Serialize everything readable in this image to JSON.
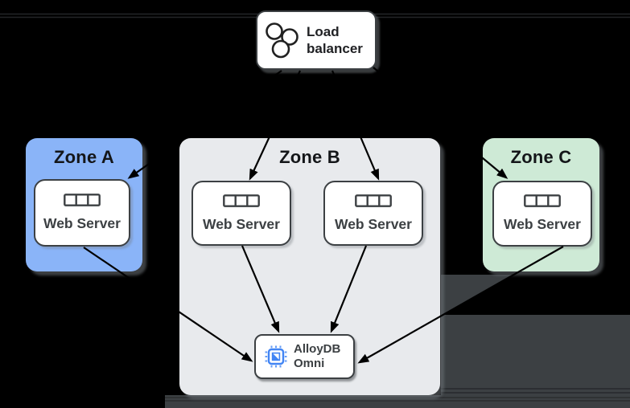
{
  "background": {
    "color": "#000000",
    "panel_color": "#3c4043"
  },
  "load_balancer": {
    "label": "Load balancer",
    "icon": "load-balancer-icon"
  },
  "zones": [
    {
      "label": "Zone A",
      "color": "#8AB4F8",
      "servers": [
        {
          "label": "Web Server",
          "icon": "server-rack-icon"
        }
      ]
    },
    {
      "label": "Zone B",
      "color": "#E8EAED",
      "servers": [
        {
          "label": "Web Server",
          "icon": "server-rack-icon"
        },
        {
          "label": "Web Server",
          "icon": "server-rack-icon"
        }
      ]
    },
    {
      "label": "Zone C",
      "color": "#CEEAD6",
      "servers": [
        {
          "label": "Web Server",
          "icon": "server-rack-icon"
        }
      ]
    }
  ],
  "database": {
    "line1": "AlloyDB",
    "line2": "Omni",
    "icon": "chip-icon",
    "icon_color": "#4285F4",
    "icon_pin_color": "#669DF6"
  },
  "edges": [
    {
      "from": "load-balancer",
      "to": "zone-a-web-server"
    },
    {
      "from": "load-balancer",
      "to": "zone-b-web-server-1"
    },
    {
      "from": "load-balancer",
      "to": "zone-b-web-server-2"
    },
    {
      "from": "load-balancer",
      "to": "zone-c-web-server"
    },
    {
      "from": "zone-a-web-server",
      "to": "alloydb-omni"
    },
    {
      "from": "zone-b-web-server-1",
      "to": "alloydb-omni"
    },
    {
      "from": "zone-b-web-server-2",
      "to": "alloydb-omni"
    },
    {
      "from": "zone-c-web-server",
      "to": "alloydb-omni"
    }
  ]
}
